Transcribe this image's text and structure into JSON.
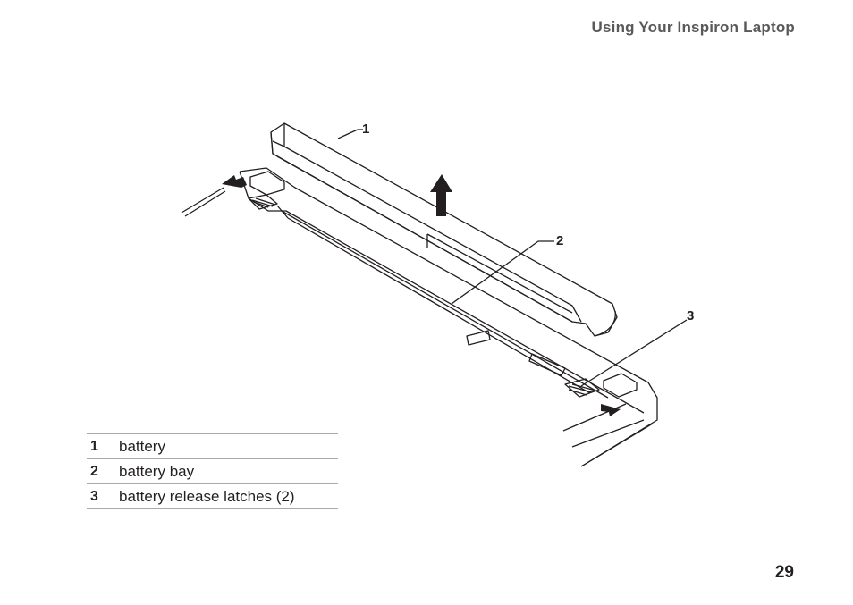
{
  "header": {
    "title": "Using Your Inspiron Laptop"
  },
  "figure": {
    "callouts": [
      "1",
      "2",
      "3"
    ]
  },
  "legend": {
    "items": [
      {
        "num": "1",
        "text": "battery"
      },
      {
        "num": "2",
        "text": "battery bay"
      },
      {
        "num": "3",
        "text": "battery release latches (2)"
      }
    ]
  },
  "footer": {
    "page_number": "29"
  },
  "colors": {
    "line": "#231f20",
    "rule": "#a7a9ac",
    "header": "#58595b"
  }
}
